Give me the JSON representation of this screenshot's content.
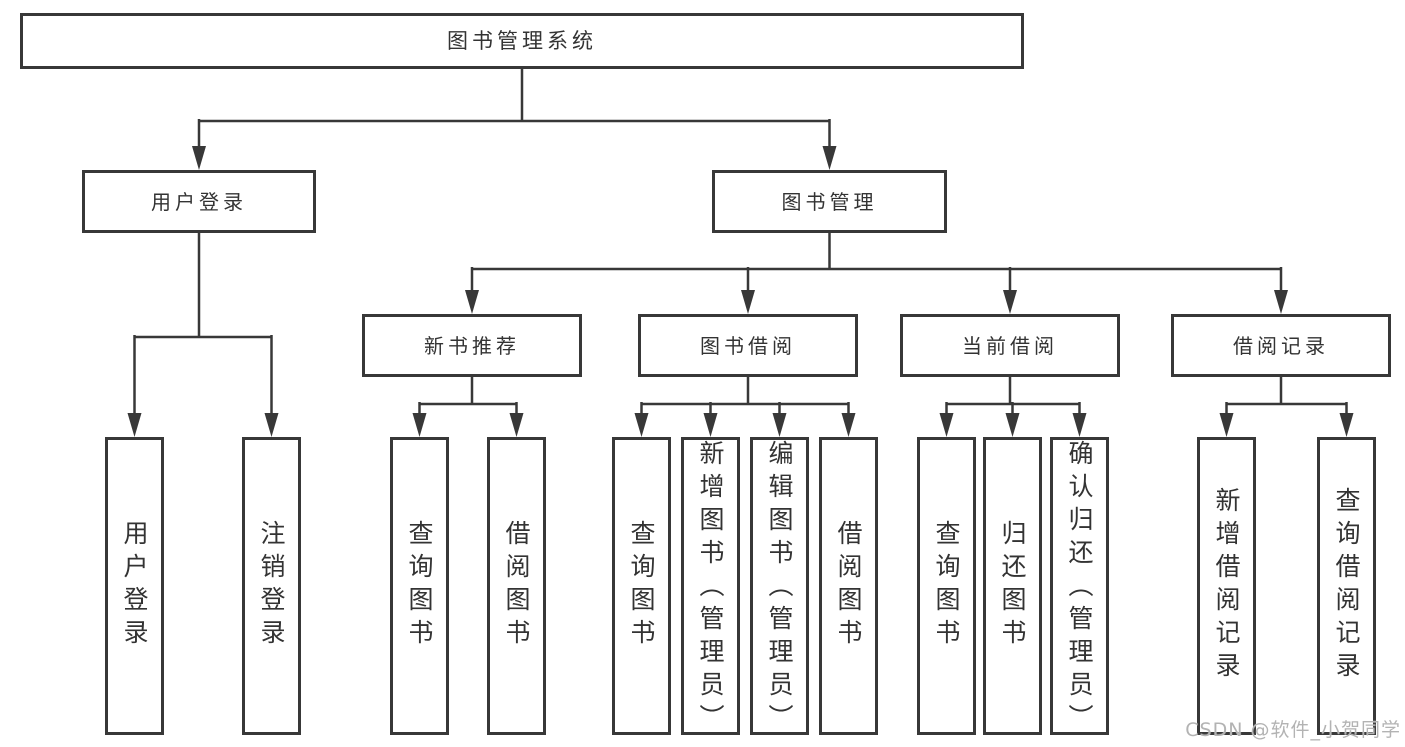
{
  "title": "图书管理系统",
  "watermark": "CSDN @软件_小贺同学",
  "colors": {
    "line": "#383838",
    "box_border": "#383838",
    "text": "#333333",
    "background": "#ffffff",
    "watermark": "#b3b3b3"
  },
  "tree": {
    "root": {
      "label": "图书管理系统"
    },
    "level2": [
      {
        "label": "用户登录"
      },
      {
        "label": "图书管理"
      }
    ],
    "level3": [
      {
        "label": "新书推荐",
        "parent": "图书管理"
      },
      {
        "label": "图书借阅",
        "parent": "图书管理"
      },
      {
        "label": "当前借阅",
        "parent": "图书管理"
      },
      {
        "label": "借阅记录",
        "parent": "图书管理"
      }
    ],
    "leaves": [
      {
        "label": "用户登录",
        "parent": "用户登录"
      },
      {
        "label": "注销登录",
        "parent": "用户登录"
      },
      {
        "label": "查询图书",
        "parent": "新书推荐"
      },
      {
        "label": "借阅图书",
        "parent": "新书推荐"
      },
      {
        "label": "查询图书",
        "parent": "图书借阅"
      },
      {
        "label": "新增图书（管理员）",
        "parent": "图书借阅"
      },
      {
        "label": "编辑图书（管理员）",
        "parent": "图书借阅"
      },
      {
        "label": "借阅图书",
        "parent": "图书借阅"
      },
      {
        "label": "查询图书",
        "parent": "当前借阅"
      },
      {
        "label": "归还图书",
        "parent": "当前借阅"
      },
      {
        "label": "确认归还（管理员）",
        "parent": "当前借阅"
      },
      {
        "label": "新增借阅记录",
        "parent": "借阅记录"
      },
      {
        "label": "查询借阅记录",
        "parent": "借阅记录"
      }
    ]
  }
}
